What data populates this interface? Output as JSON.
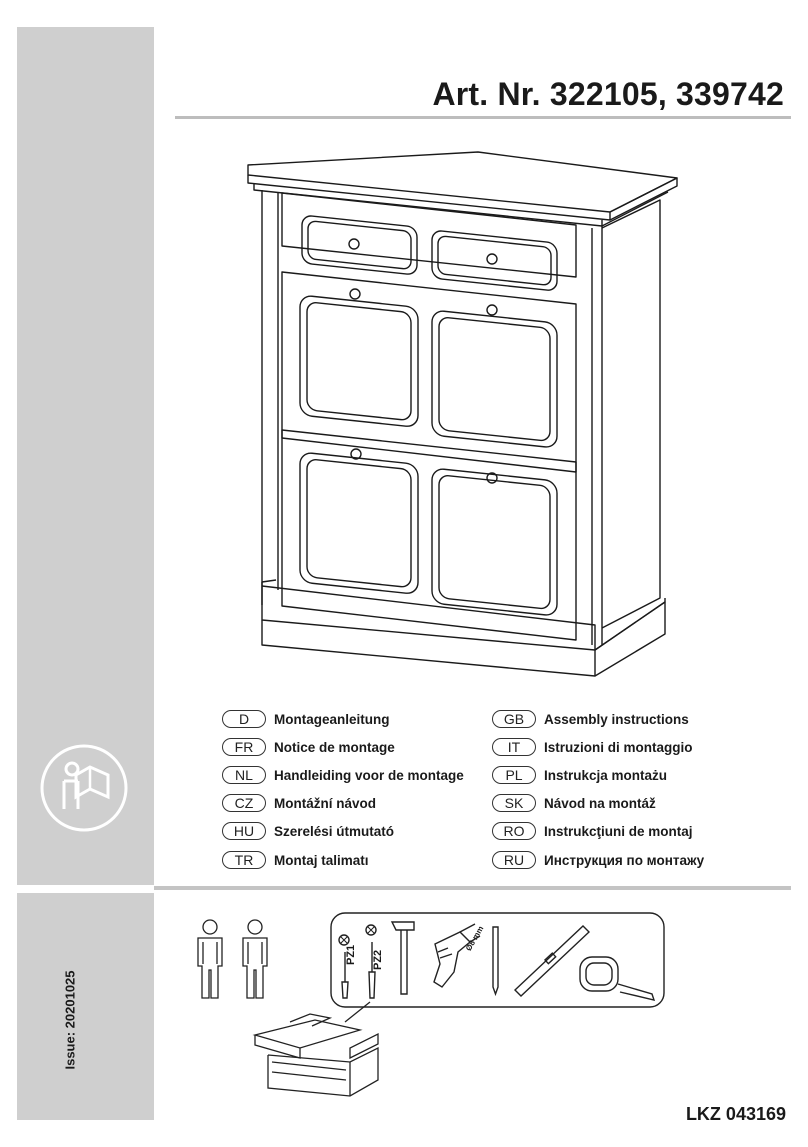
{
  "header": {
    "title": "Art. Nr. 322105, 339742"
  },
  "footer": {
    "issue": "Issue: 20201025",
    "code": "LKZ 043169"
  },
  "languages": [
    {
      "code": "D",
      "label": "Montageanleitung"
    },
    {
      "code": "FR",
      "label": "Notice de montage"
    },
    {
      "code": "NL",
      "label": "Handleiding voor de montage"
    },
    {
      "code": "CZ",
      "label": "Montážní návod"
    },
    {
      "code": "HU",
      "label": "Szerelési útmutató"
    },
    {
      "code": "TR",
      "label": "Montaj talimatı"
    },
    {
      "code": "GB",
      "label": "Assembly instructions"
    },
    {
      "code": "IT",
      "label": "Istruzioni di montaggio"
    },
    {
      "code": "PL",
      "label": "Instrukcja montażu"
    },
    {
      "code": "SK",
      "label": "Návod na montáž"
    },
    {
      "code": "RO",
      "label": "Instrukcţiuni de montaj"
    },
    {
      "code": "RU",
      "label": "Инструкция по монтажу"
    }
  ],
  "tools": {
    "screwdriver_1": "PZ1",
    "screwdriver_2": "PZ2",
    "drill_bit": "Ø8 mm"
  },
  "icons": [
    "read-manual-icon",
    "person-icon",
    "screwdriver-icon",
    "hammer-icon",
    "drill-icon",
    "pencil-icon",
    "spirit-level-icon",
    "tape-measure-icon",
    "toolbox-icon",
    "not-allowed-icon"
  ]
}
